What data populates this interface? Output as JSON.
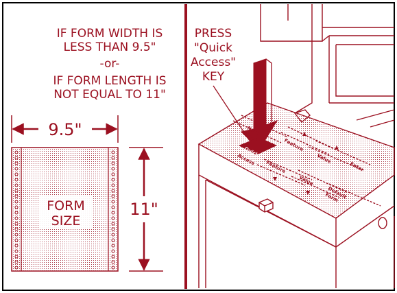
{
  "left": {
    "condition_lines": [
      "IF FORM WIDTH IS",
      "LESS THAN 9.5\"",
      "-or-",
      "IF FORM LENGTH IS",
      "NOT EQUAL TO 11\""
    ],
    "width_label": "9.5\"",
    "length_label": "11\"",
    "form_lines": [
      "FORM",
      "SIZE"
    ]
  },
  "right": {
    "instruction_lines": [
      "PRESS",
      "\"Quick",
      "Access\"",
      "KEY"
    ],
    "keys": {
      "next_menu": [
        "Next",
        "Menu"
      ],
      "feature_up": "Feature",
      "value_up": "Value",
      "enter": "Enter",
      "quick_access": [
        "Quick",
        "Access"
      ],
      "feature_down": "Feature",
      "value_down": "Value",
      "default_form": [
        "Default",
        "Form"
      ]
    }
  },
  "colors": {
    "ink": "#9b1020",
    "paper": "#ffffff",
    "divider": "#9b1020"
  }
}
